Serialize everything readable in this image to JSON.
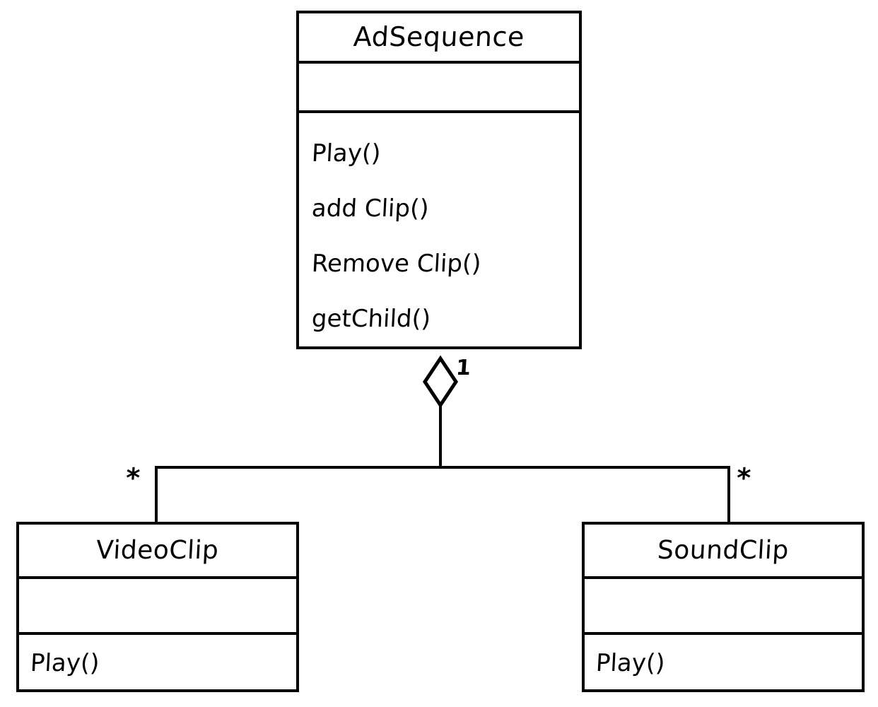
{
  "diagram": {
    "type": "uml-class-diagram",
    "style": "hand-drawn",
    "background_color": "#ffffff",
    "stroke_color": "#000000",
    "classes": [
      {
        "id": "adsequence",
        "name": "AdSequence",
        "attributes": [],
        "operations": [
          "Play()",
          "add Clip()",
          "Remove Clip()",
          "getChild()"
        ]
      },
      {
        "id": "videoclip",
        "name": "VideoClip",
        "attributes": [],
        "operations": [
          "Play()"
        ]
      },
      {
        "id": "soundclip",
        "name": "SoundClip",
        "attributes": [],
        "operations": [
          "Play()"
        ]
      }
    ],
    "relationships": [
      {
        "id": "agg-video",
        "kind": "aggregation",
        "whole": "AdSequence",
        "part": "VideoClip",
        "whole_multiplicity": "1",
        "part_multiplicity": "*"
      },
      {
        "id": "agg-sound",
        "kind": "aggregation",
        "whole": "AdSequence",
        "part": "SoundClip",
        "whole_multiplicity": "1",
        "part_multiplicity": "*"
      }
    ]
  }
}
